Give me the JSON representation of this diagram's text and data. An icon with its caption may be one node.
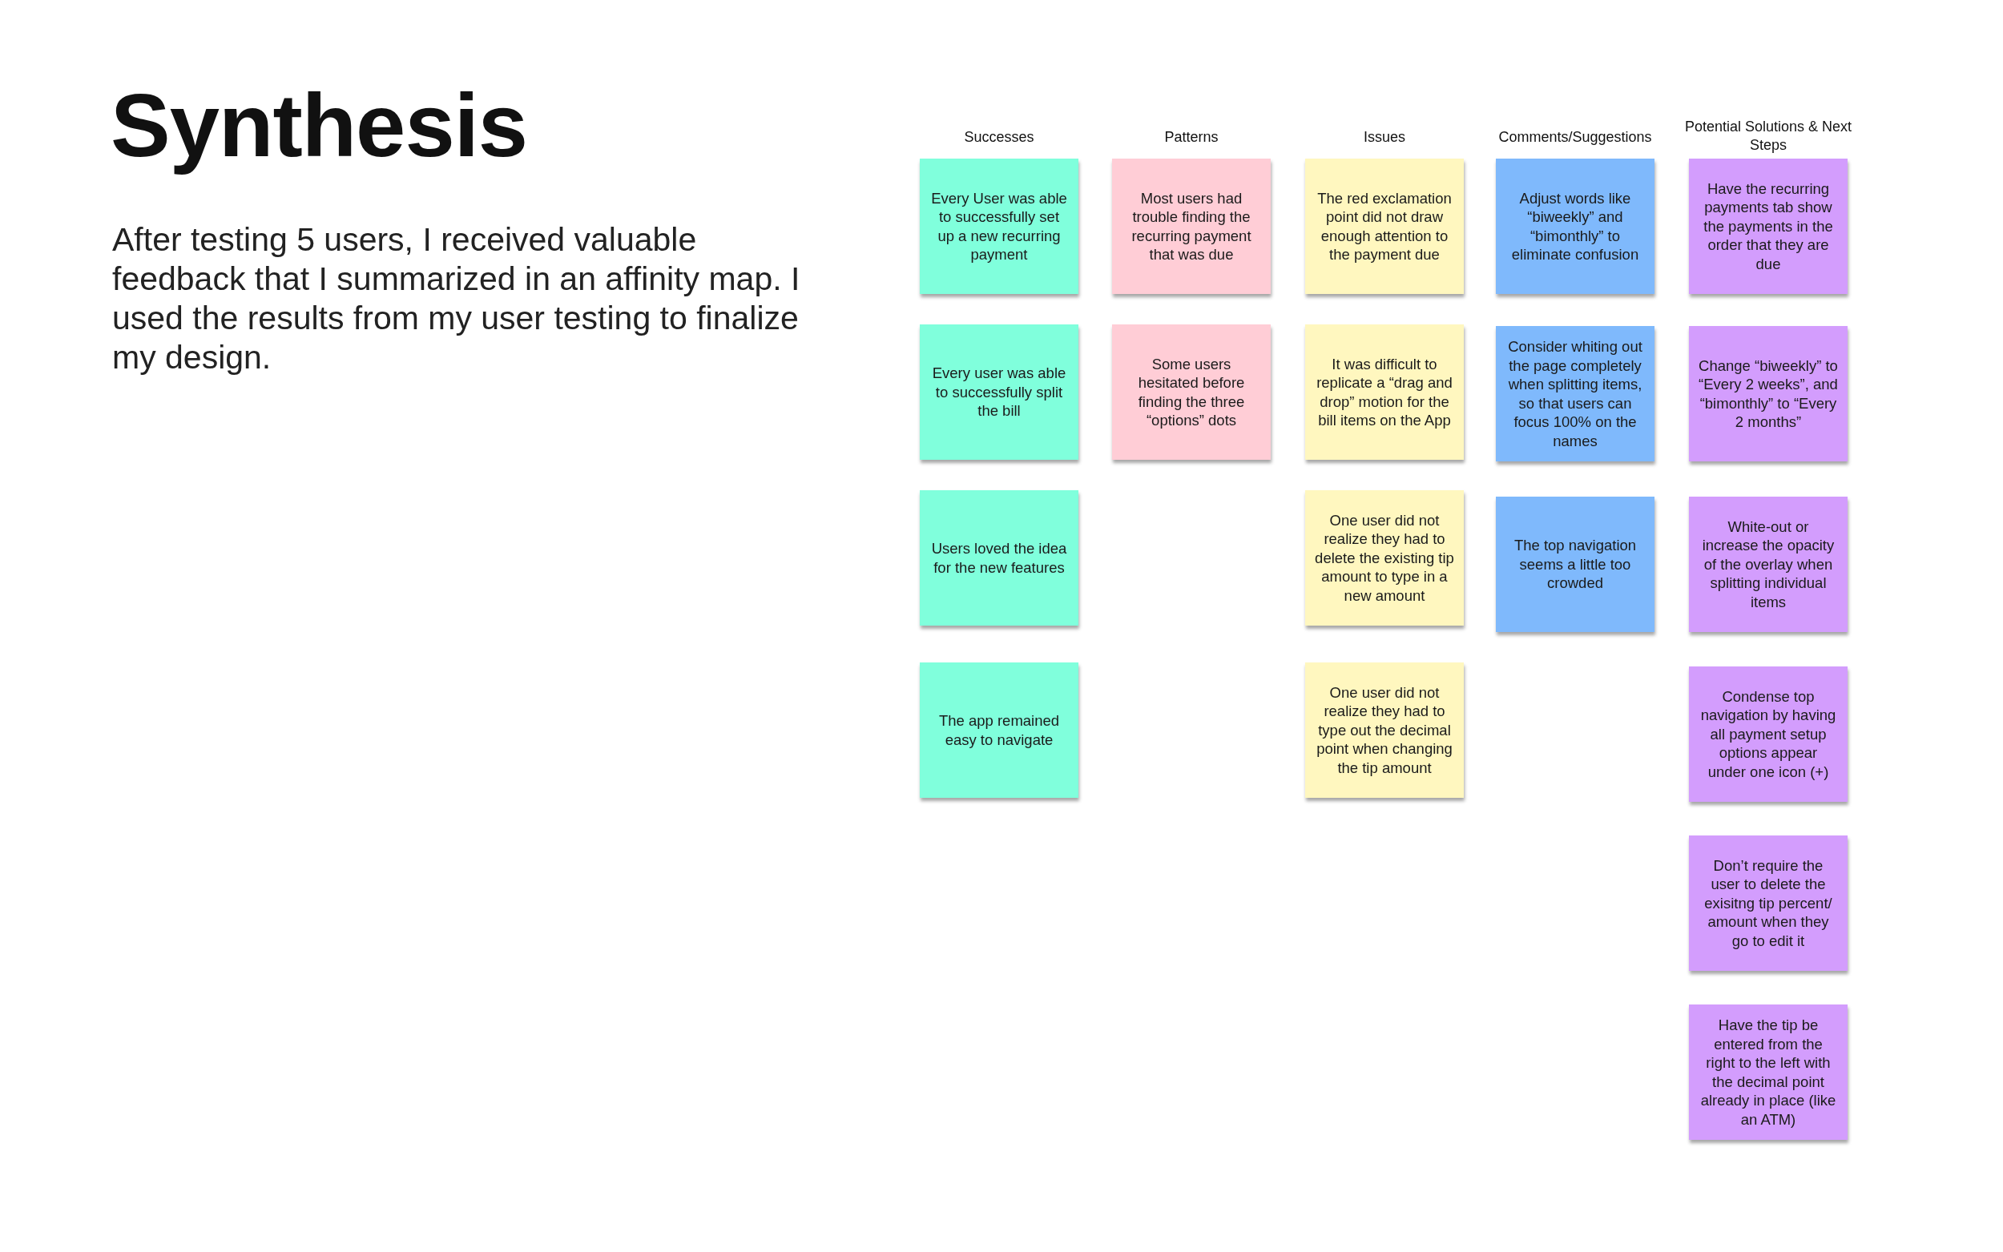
{
  "diagram": {
    "title": "Synthesis",
    "caption": "After testing 5 users, I received valuable feedback that I summarized in an affinity map. I used the results from my user testing to finalize my design.",
    "nodes": [
      {
        "text": [
          "Every User was able to successfully set up a new recurring payment"
        ]
      },
      {
        "text": [
          "Every user was able to successfully split the bill"
        ]
      },
      {
        "text": [
          "Users loved the idea for the new features"
        ]
      },
      {
        "text": [
          "The app remained easy to navigate"
        ]
      },
      {
        "text": [
          "Most users had trouble finding the recurring payment that was due"
        ]
      },
      {
        "text": [
          "Some users hesitated before finding the three “options” dots"
        ]
      },
      {
        "text": [
          "The red exclamation point did not draw enough attention to the payment due"
        ]
      },
      {
        "text": [
          "It was difficult to replicate a “drag and drop” motion for the bill items on the App"
        ]
      },
      {
        "text": [
          "One user did not realize they had to delete the existing tip amount to type in a new amount"
        ]
      },
      {
        "text": [
          "One user did not realize they had to type out the decimal point when changing the tip amount"
        ]
      },
      {
        "text": [
          "Adjust words like “biweekly” and “bimonthly” to eliminate confusion"
        ]
      },
      {
        "text": [
          "Consider whiting out the page completely when splitting items, so that users can focus 100% on the names"
        ]
      },
      {
        "text": [
          "The top navigation seems a little too crowded"
        ]
      },
      {
        "text": [
          "Have the recurring payments tab show the payments in the order that they are due"
        ]
      },
      {
        "text": [
          "Change “biweekly” to “Every 2 weeks”, and  “bimonthly” to “Every 2 months”"
        ]
      },
      {
        "text": [
          "White-out or increase the opacity of the overlay when splitting individual items"
        ]
      },
      {
        "text": [
          "Condense top navigation by having all payment setup options appear under one icon (+)"
        ]
      },
      {
        "text": [
          "Don’t require the user to delete the exisitng tip percent/ amount when they go to edit it"
        ]
      },
      {
        "text": [
          "Have the tip be entered from the right to the left with the decimal point already in place (like an ATM)"
        ]
      }
    ],
    "labels": [
      "Successes",
      "Patterns",
      "Issues",
      "Comments/Suggestions",
      "Potential Solutions & Next Steps"
    ]
  }
}
